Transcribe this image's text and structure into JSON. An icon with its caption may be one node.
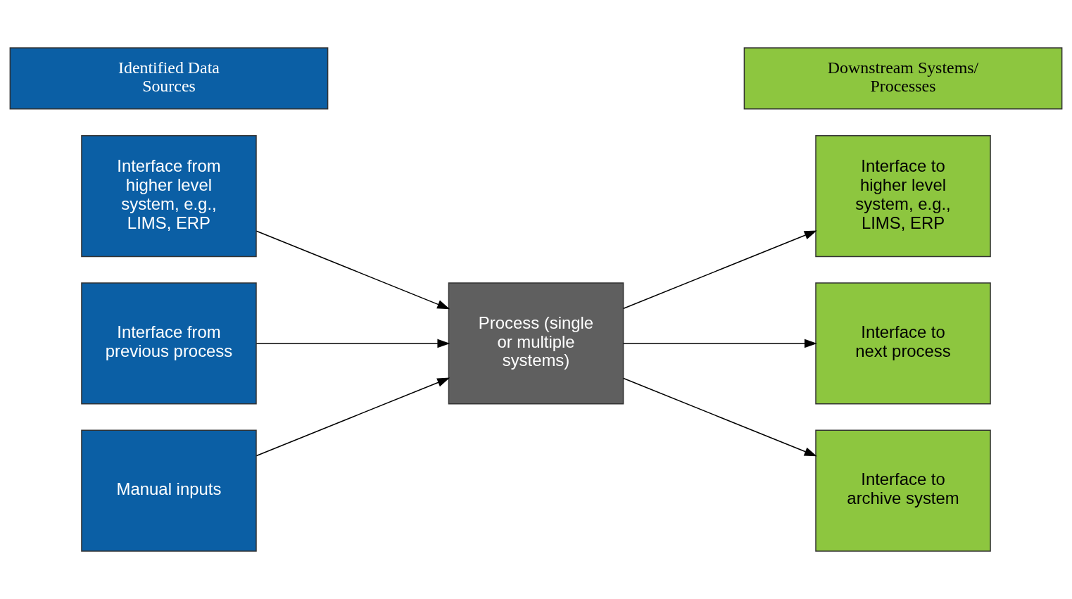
{
  "diagram": {
    "nodes": [
      {
        "text": [
          "Identified Data Sources"
        ]
      },
      {
        "text": [
          "Downstream Systems/ Processes"
        ]
      },
      {
        "text": [
          "Interface from higher level system, e.g., LIMS, ERP"
        ]
      },
      {
        "text": [
          "Interface to higher level system, e.g., LIMS, ERP"
        ]
      },
      {
        "text": [
          "Interface from previous process"
        ]
      },
      {
        "text": [
          "Process (single or multiple systems)"
        ]
      },
      {
        "text": [
          "Interface to next process"
        ]
      },
      {
        "text": [
          "Manual inputs"
        ]
      },
      {
        "text": [
          "Interface to archive system"
        ]
      }
    ],
    "edges": [
      {
        "from": 2,
        "to": 5,
        "arrow": "to"
      },
      {
        "from": 4,
        "to": 5,
        "arrow": "to"
      },
      {
        "from": 7,
        "to": 5,
        "arrow": "to"
      },
      {
        "from": 5,
        "to": 3,
        "arrow": "to"
      },
      {
        "from": 5,
        "to": 6,
        "arrow": "to"
      },
      {
        "from": 5,
        "to": 8,
        "arrow": "to"
      }
    ]
  }
}
